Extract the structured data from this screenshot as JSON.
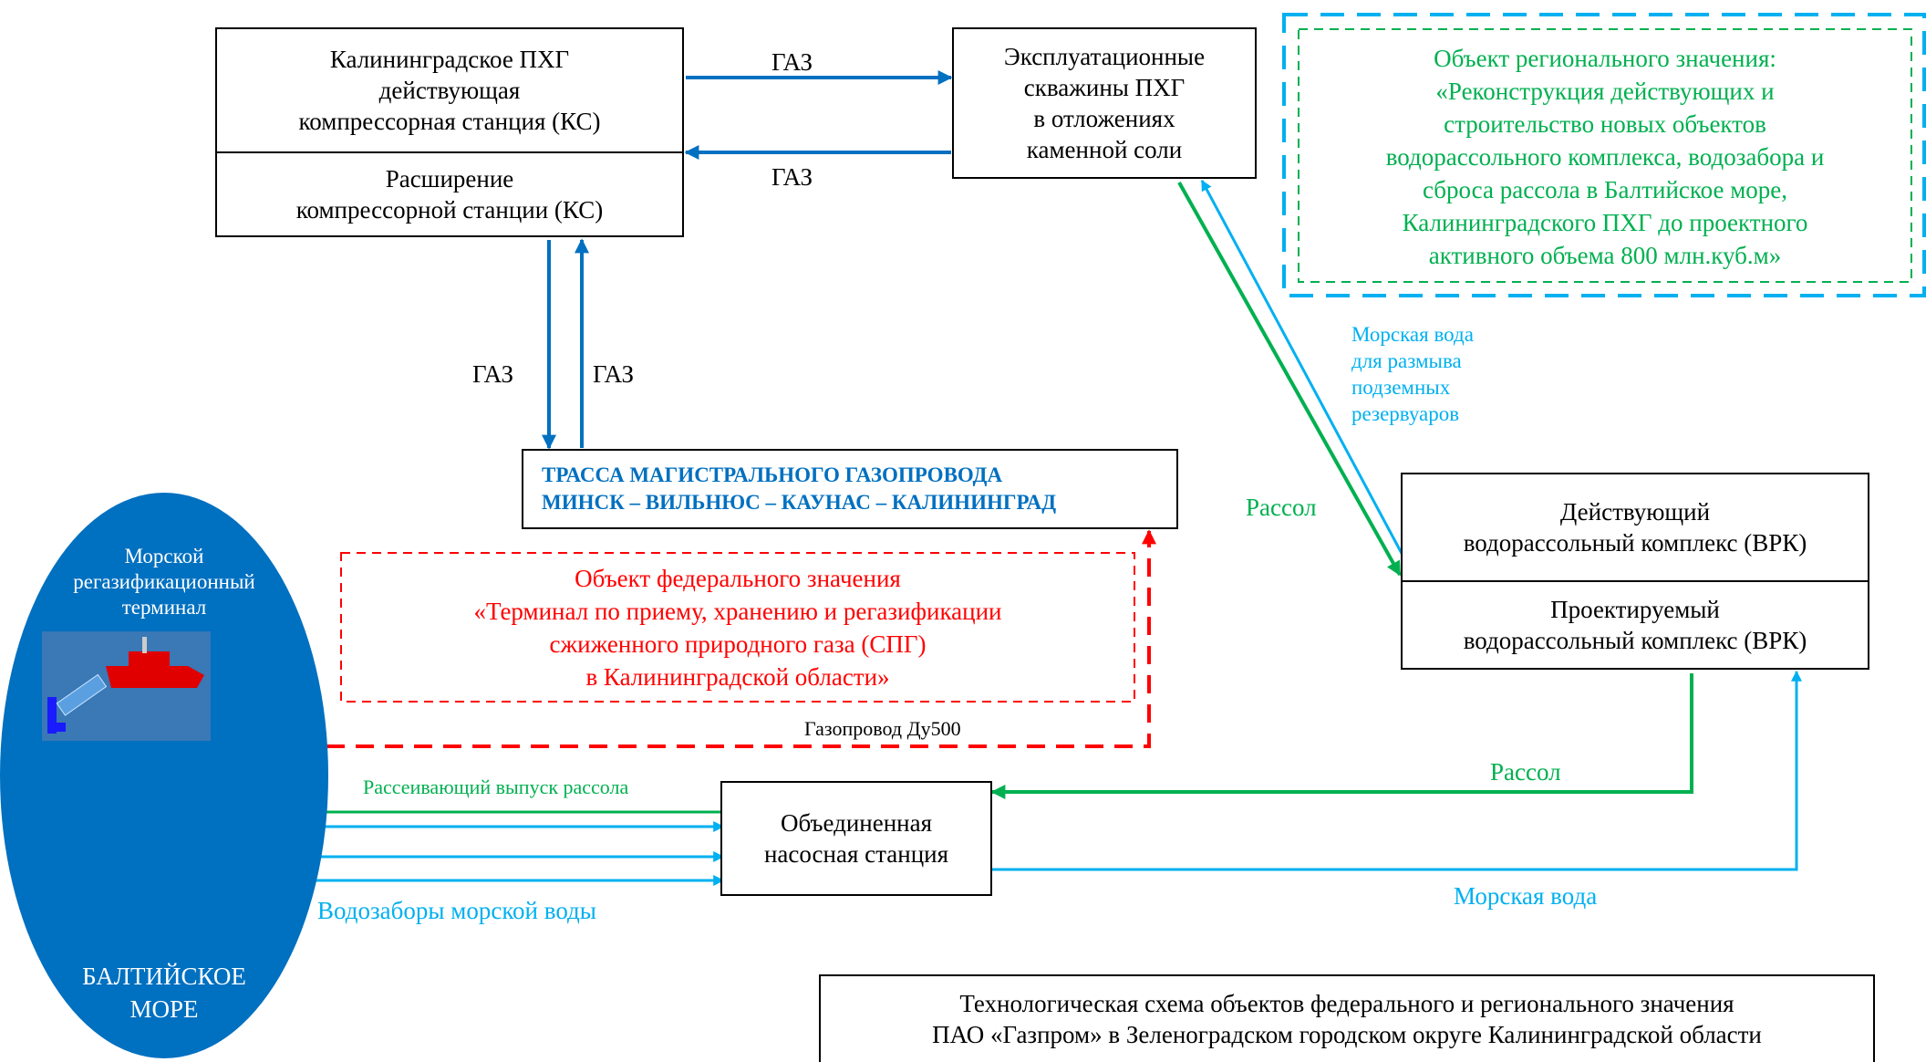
{
  "colors": {
    "gas": "#0070C0",
    "seawater": "#00B0F0",
    "brine": "#00B050",
    "federal": "#FF0000",
    "sea": "#0070C0"
  },
  "nodes": {
    "kaliningrad_ugs": {
      "top_lines": [
        "Калининградское ПХГ",
        "действующая",
        "компрессорная станция (КС)"
      ],
      "bottom_lines": [
        "Расширение",
        "компрессорной станции (КС)"
      ]
    },
    "wells": {
      "lines": [
        "Эксплуатационные",
        "скважины ПХГ",
        "в отложениях",
        "каменной соли"
      ]
    },
    "pipeline": {
      "lines": [
        "ТРАССА МАГИСТРАЛЬНОГО ГАЗОПРОВОДА",
        "МИНСК – ВИЛЬНЮС – КАУНАС – КАЛИНИНГРАД"
      ]
    },
    "vrk": {
      "top_lines": [
        "Действующий",
        "водорассольный комплекс (ВРК)"
      ],
      "bottom_lines": [
        "Проектируемый",
        "водорассольный комплекс (ВРК)"
      ]
    },
    "pump_station": {
      "lines": [
        "Объединенная",
        "насосная станция"
      ]
    },
    "caption": {
      "lines": [
        "Технологическая схема объектов федерального и регионального значения",
        "ПАО «Газпром» в Зеленоградском городском округе Калининградской области"
      ]
    }
  },
  "regional_object": {
    "lines": [
      "Объект регионального значения:",
      "«Реконструкция действующих и",
      "строительство новых объектов",
      "водорассольного комплекса, водозабора и",
      "сброса рассола в Балтийское море,",
      "Калининградского ПХГ до проектного",
      "активного объема 800 млн.куб.м»"
    ]
  },
  "federal_object": {
    "lines": [
      "Объект федерального значения",
      "«Терминал по приему, хранению и регазификации",
      "сжиженного природного газа (СПГ)",
      "в Калининградской области»"
    ]
  },
  "sea": {
    "terminal_lines": [
      "Морской",
      "регазификационный",
      "терминал"
    ],
    "name_lines": [
      "БАЛТИЙСКОЕ",
      "МОРЕ"
    ]
  },
  "labels": {
    "gas_to_wells": "ГАЗ",
    "gas_from_wells": "ГАЗ",
    "gas_down": "ГАЗ",
    "gas_up": "ГАЗ",
    "seawater_for_washing": [
      "Морская вода",
      "для размыва",
      "подземных",
      "резервуаров"
    ],
    "brine_from_wells": "Рассол",
    "brine_to_pump": "Рассол",
    "seawater_to_vrk": "Морская вода",
    "brine_outlet": "Рассеивающий выпуск рассола",
    "water_intakes": "Водозаборы морской воды",
    "pipeline_du500": "Газопровод Ду500"
  }
}
